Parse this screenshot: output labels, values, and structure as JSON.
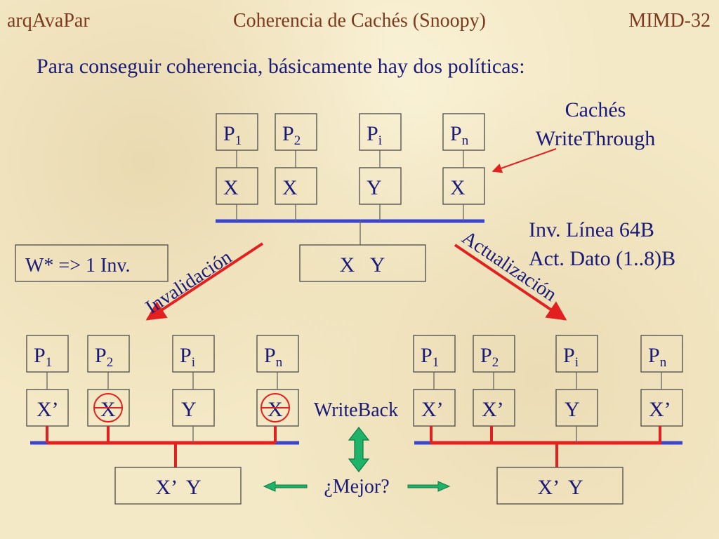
{
  "header": {
    "left": "arqAvaPar",
    "title": "Coherencia de Cachés (Snoopy)",
    "right": "MIMD-32"
  },
  "subtitle": "Para conseguir coherencia, básicamente hay dos políticas:",
  "top_note": {
    "line1": "Cachés",
    "line2": "WriteThrough"
  },
  "top_processors": [
    {
      "label": "P",
      "sub": "1",
      "cache": "X"
    },
    {
      "label": "P",
      "sub": "2",
      "cache": "X"
    },
    {
      "label": "P",
      "sub": "i",
      "cache": "Y"
    },
    {
      "label": "P",
      "sub": "n",
      "cache": "X"
    }
  ],
  "top_memory": "X   Y",
  "inv_note": "W* => 1 Inv.",
  "upd_note": {
    "line1": "Inv. Línea 64B",
    "line2": "Act. Dato (1..8)B"
  },
  "arrow_invalidation": "Invalidación",
  "arrow_update": "Actualización",
  "left_processors": [
    {
      "label": "P",
      "sub": "1",
      "cache": "X’",
      "crossed": false
    },
    {
      "label": "P",
      "sub": "2",
      "cache": "X",
      "crossed": true
    },
    {
      "label": "P",
      "sub": "i",
      "cache": "Y",
      "crossed": false
    },
    {
      "label": "P",
      "sub": "n",
      "cache": "X",
      "crossed": true
    }
  ],
  "left_memory": "X’  Y",
  "right_processors": [
    {
      "label": "P",
      "sub": "1",
      "cache": "X’"
    },
    {
      "label": "P",
      "sub": "2",
      "cache": "X’"
    },
    {
      "label": "P",
      "sub": "i",
      "cache": "Y"
    },
    {
      "label": "P",
      "sub": "n",
      "cache": "X’"
    }
  ],
  "right_memory": "X’  Y",
  "writeback_label": "WriteBack",
  "question": "¿Mejor?",
  "colors": {
    "text": "#1a1a7a",
    "header": "#7d3a1e",
    "bus_blue": "#3c45c8",
    "bus_red": "#e22020",
    "arrow_green": "#1fb36a",
    "pointer_red": "#e22020"
  }
}
